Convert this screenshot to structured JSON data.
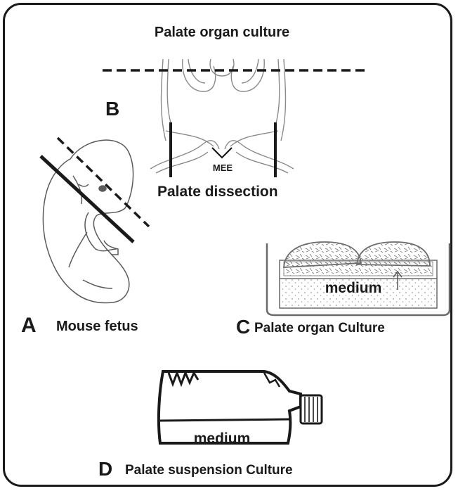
{
  "title": "Palate organ culture",
  "panels": {
    "A": {
      "letter": "A",
      "caption": "Mouse fetus"
    },
    "B": {
      "letter": "B",
      "caption": "Palate dissection",
      "mee_label": "MEE"
    },
    "C": {
      "letter": "C",
      "caption": "Palate organ Culture",
      "medium_label": "medium"
    },
    "D": {
      "letter": "D",
      "caption": "Palate suspension Culture",
      "medium_label": "medium"
    }
  },
  "colors": {
    "ink": "#1a1a1a",
    "tissue": "#8a8a8a",
    "medium_dots": "#9a9a9a"
  }
}
